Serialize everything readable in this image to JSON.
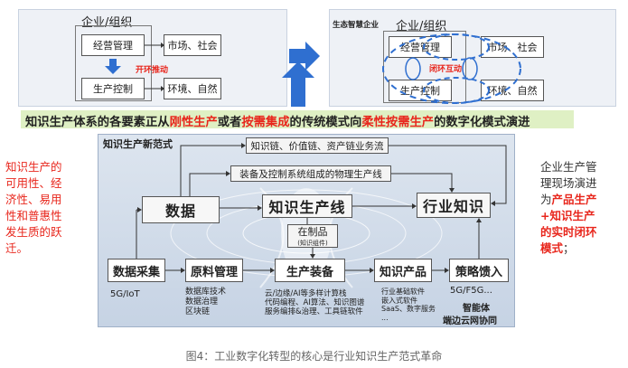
{
  "top_left": {
    "org_title": "企业/组织",
    "mgmt": "经营管理",
    "market": "市场、社会",
    "production": "生产控制",
    "environment": "环境、自然",
    "open_loop": "开环推动"
  },
  "top_right": {
    "eco_label": "生态智慧企业",
    "org_title": "企业/组织",
    "mgmt": "经营管理",
    "market": "市场、社会",
    "production": "生产控制",
    "environment": "环境、自然",
    "closed_loop": "闭环互动"
  },
  "headline": {
    "p1": "知识生产体系的各要素正从",
    "p2": "刚性生产",
    "p3": "或者",
    "p4": "按需集成",
    "p5": "的传统模式向",
    "p6": "柔性按需生产",
    "p7": "的数字化模式演进"
  },
  "left_note": [
    "知识生产的",
    "可用性、经",
    "济性、易用",
    "性和普惠性",
    "发生质的跃",
    "迁。"
  ],
  "right_note": {
    "lines": [
      "企业生产管",
      "理现场演进",
      "为"
    ],
    "hl1": "产品生产",
    "hl2": "+知识生产",
    "hl3": "的实时闭环",
    "hl4": "模式",
    "tail": "；"
  },
  "center": {
    "title": "知识生产新范式",
    "value_chain": "知识链、价值链、资产链业务流",
    "physical_line": "装备及控制系统组成的物理生产线",
    "data": "数据",
    "knowledge_line": "知识生产线",
    "industry_knowledge": "行业知识",
    "wip": "在制品",
    "wip_sub": "(知识组件)",
    "data_collect": "数据采集",
    "raw_mgmt": "原料管理",
    "prod_equip": "生产装备",
    "knowledge_product": "知识产品",
    "strategy": "策略馈入",
    "n_5g_iot": "5G/IoT",
    "n_raw": [
      "数据库技术",
      "数据治理",
      "区块链"
    ],
    "n_equip": [
      "云/边缘/AI等多样计算栈",
      "代码编程、AI算法、知识图谱",
      "服务编排&治理、工具链软件"
    ],
    "n_kprod": [
      "行业基础软件",
      "嵌入式软件",
      "SaaS、数字服务",
      "..."
    ],
    "n_5g_f5g": "5G/F5G...",
    "n_agent1": "智能体",
    "n_agent2": "端边云网协同"
  },
  "caption": "图4：工业数字化转型的核心是行业知识生产范式革命",
  "colors": {
    "accent_blue": "#2f6fd0",
    "red": "#e8261c",
    "headline_bg": "#dff0c4"
  }
}
